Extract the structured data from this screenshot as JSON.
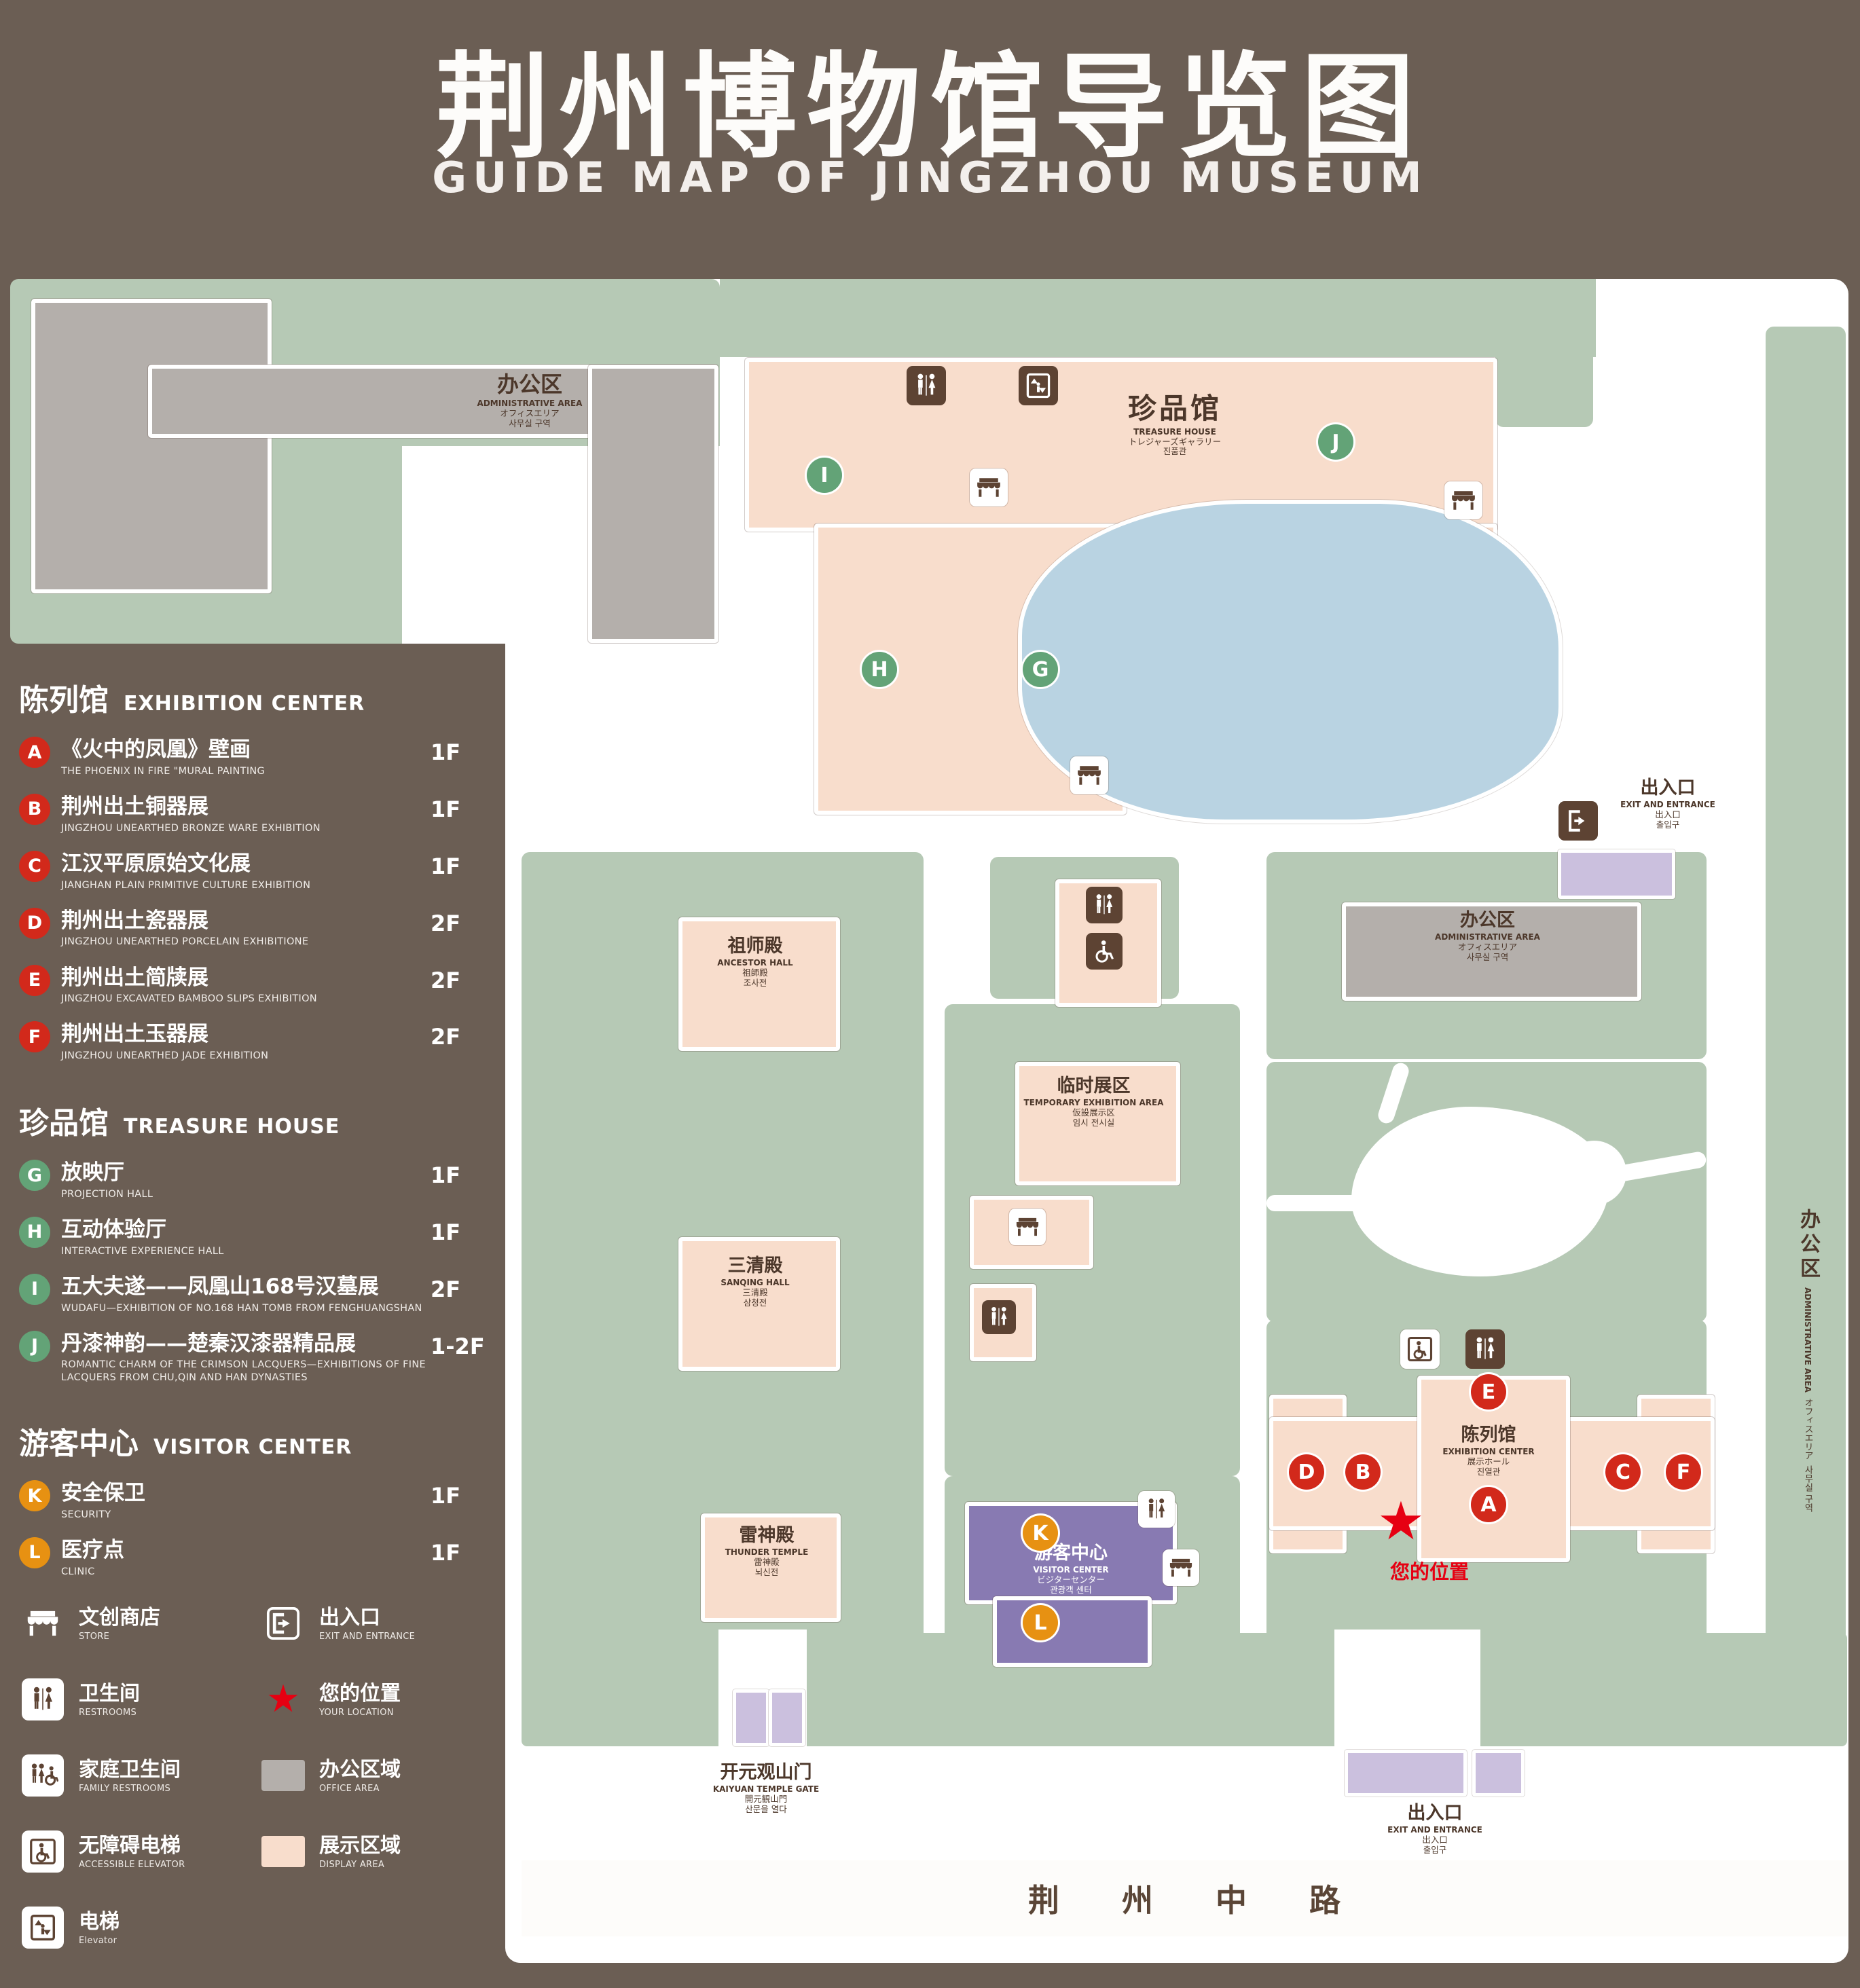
{
  "header": {
    "title": "荆州博物馆导览图",
    "subtitle": "GUIDE MAP OF JINGZHOU MUSEUM"
  },
  "colors": {
    "background": "#6b5e54",
    "courtyard_green": "#b6c9b5",
    "display_area_pink": "#f8ddcc",
    "office_gray": "#b4afab",
    "pond_blue": "#b9d3e2",
    "visitor_purple": "#887ab2",
    "entrance_lavender": "#cbc0de",
    "marker_red": "#d2291b",
    "marker_green": "#63a377",
    "marker_orange": "#e79112",
    "icon_brown": "#5d4333",
    "location_red": "#e60012"
  },
  "sidebar": {
    "sections": [
      {
        "zh": "陈列馆",
        "en": "EXHIBITION CENTER",
        "items": [
          {
            "letter": "A",
            "zh": "《火中的凤凰》壁画",
            "en": "THE PHOENIX IN FIRE \"MURAL PAINTING",
            "floor": "1F"
          },
          {
            "letter": "B",
            "zh": "荆州出土铜器展",
            "en": "JINGZHOU UNEARTHED BRONZE WARE EXHIBITION",
            "floor": "1F"
          },
          {
            "letter": "C",
            "zh": "江汉平原原始文化展",
            "en": "JIANGHAN PLAIN PRIMITIVE CULTURE EXHIBITION",
            "floor": "1F"
          },
          {
            "letter": "D",
            "zh": "荆州出土瓷器展",
            "en": "JINGZHOU UNEARTHED PORCELAIN EXHIBITIONE",
            "floor": "2F"
          },
          {
            "letter": "E",
            "zh": "荆州出土简牍展",
            "en": "JINGZHOU EXCAVATED BAMBOO SLIPS EXHIBITION",
            "floor": "2F"
          },
          {
            "letter": "F",
            "zh": "荆州出土玉器展",
            "en": "JINGZHOU UNEARTHED JADE EXHIBITION",
            "floor": "2F"
          }
        ]
      },
      {
        "zh": "珍品馆",
        "en": "TREASURE HOUSE",
        "items": [
          {
            "letter": "G",
            "zh": "放映厅",
            "en": "PROJECTION HALL",
            "floor": "1F"
          },
          {
            "letter": "H",
            "zh": "互动体验厅",
            "en": "INTERACTIVE EXPERIENCE HALL",
            "floor": "1F"
          },
          {
            "letter": "I",
            "zh": "五大夫遂——凤凰山168号汉墓展",
            "en": "WUDAFU—EXHIBITION OF NO.168 HAN TOMB FROM FENGHUANGSHAN",
            "floor": "2F"
          },
          {
            "letter": "J",
            "zh": "丹漆神韵——楚秦汉漆器精品展",
            "en": "ROMANTIC CHARM OF THE CRIMSON LACQUERS—EXHIBITIONS OF FINE LACQUERS FROM CHU,QIN AND HAN DYNASTIES",
            "floor": "1-2F"
          }
        ]
      },
      {
        "zh": "游客中心",
        "en": "VISITOR CENTER",
        "items": [
          {
            "letter": "K",
            "zh": "安全保卫",
            "en": "SECURITY",
            "floor": "1F"
          },
          {
            "letter": "L",
            "zh": "医疗点",
            "en": "CLINIC",
            "floor": "1F"
          }
        ]
      }
    ],
    "legend": [
      {
        "icon": "store-icon",
        "zh": "文创商店",
        "en": "STORE"
      },
      {
        "icon": "exit-icon",
        "zh": "出入口",
        "en": "EXIT AND ENTRANCE"
      },
      {
        "icon": "restroom-icon",
        "zh": "卫生间",
        "en": "RESTROOMS"
      },
      {
        "icon": "location-star-icon",
        "zh": "您的位置",
        "en": "YOUR LOCATION"
      },
      {
        "icon": "family-restroom-icon",
        "zh": "家庭卫生间",
        "en": "FAMILY RESTROOMS"
      },
      {
        "icon": "office-area-swatch",
        "zh": "办公区域",
        "en": "OFFICE AREA"
      },
      {
        "icon": "accessible-elevator-icon",
        "zh": "无障碍电梯",
        "en": "ACCESSIBLE ELEVATOR"
      },
      {
        "icon": "display-area-swatch",
        "zh": "展示区域",
        "en": "DISPLAY AREA"
      },
      {
        "icon": "elevator-icon",
        "zh": "电梯",
        "en": "Elevator"
      }
    ]
  },
  "map": {
    "markers": {
      "a": "A",
      "b": "B",
      "c": "C",
      "d": "D",
      "e": "E",
      "f": "F",
      "g": "G",
      "h": "H",
      "i": "I",
      "j": "J",
      "k": "K",
      "l": "L"
    },
    "your_location": "您的位置",
    "road": "荆 州 中 路",
    "buildings": {
      "office_nw": {
        "zh": "办公区",
        "en": "ADMINISTRATIVE AREA",
        "l3": "オフィスエリア",
        "l4": "사무실 구역"
      },
      "treasure_house": {
        "zh": "珍品馆",
        "en": "TREASURE HOUSE",
        "l3": "トレジャーズギャラリー",
        "l4": "진품관"
      },
      "ancestor_hall": {
        "zh": "祖师殿",
        "en": "ANCESTOR HALL",
        "l3": "祖師殿",
        "l4": "조사전"
      },
      "temporary_exhibition": {
        "zh": "临时展区",
        "en": "TEMPORARY EXHIBITION AREA",
        "l3": "仮設展示区",
        "l4": "임시 전시실"
      },
      "office_mid": {
        "zh": "办公区",
        "en": "ADMINISTRATIVE AREA",
        "l3": "オフィスエリア",
        "l4": "사무실 구역"
      },
      "sanqing_hall": {
        "zh": "三清殿",
        "en": "SANQING HALL",
        "l3": "三清殿",
        "l4": "삼청전"
      },
      "thunder_temple": {
        "zh": "雷神殿",
        "en": "THUNDER TEMPLE",
        "l3": "雷神殿",
        "l4": "뇌신전"
      },
      "exhibition_center": {
        "zh": "陈列馆",
        "en": "EXHIBITION CENTER",
        "l3": "展示ホール",
        "l4": "진열관"
      },
      "visitor_center": {
        "zh": "游客中心",
        "en": "VISITOR CENTER",
        "l3": "ビジターセンター",
        "l4": "관광객 센터"
      },
      "office_right": {
        "zh": "办公区",
        "en": "ADMINISTRATIVE AREA",
        "l3": "オフィスエリア",
        "l4": "사무실 구역"
      },
      "gate": {
        "zh": "开元观山门",
        "en": "KAIYUAN TEMPLE GATE",
        "l3": "開元観山門",
        "l4": "산문을 열다"
      },
      "exit_ne": {
        "zh": "出入口",
        "en": "EXIT AND ENTRANCE",
        "l3": "出入口",
        "l4": "출입구"
      },
      "exit_s": {
        "zh": "出入口",
        "en": "EXIT AND ENTRANCE",
        "l3": "出入口",
        "l4": "출입구"
      }
    }
  }
}
